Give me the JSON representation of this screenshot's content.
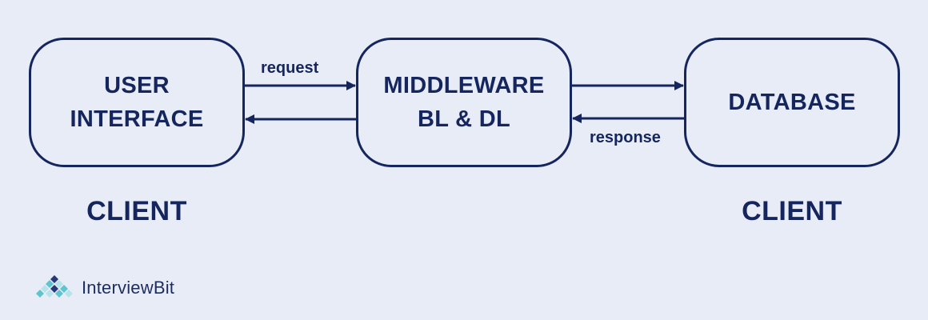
{
  "nodes": {
    "user_interface": [
      "USER",
      "INTERFACE"
    ],
    "middleware": [
      "MIDDLEWARE",
      "BL & DL"
    ],
    "database": "DATABASE"
  },
  "edges": {
    "request_label": "request",
    "response_label": "response"
  },
  "labels": {
    "client_left": "CLIENT",
    "client_right": "CLIENT"
  },
  "logo": {
    "text": "InterviewBit"
  },
  "colors": {
    "background": "#e8ecf7",
    "primary": "#15265e",
    "logo_teal": "#5ec5cf",
    "logo_light": "#b5e3ea",
    "logo_navy": "#24387a"
  }
}
